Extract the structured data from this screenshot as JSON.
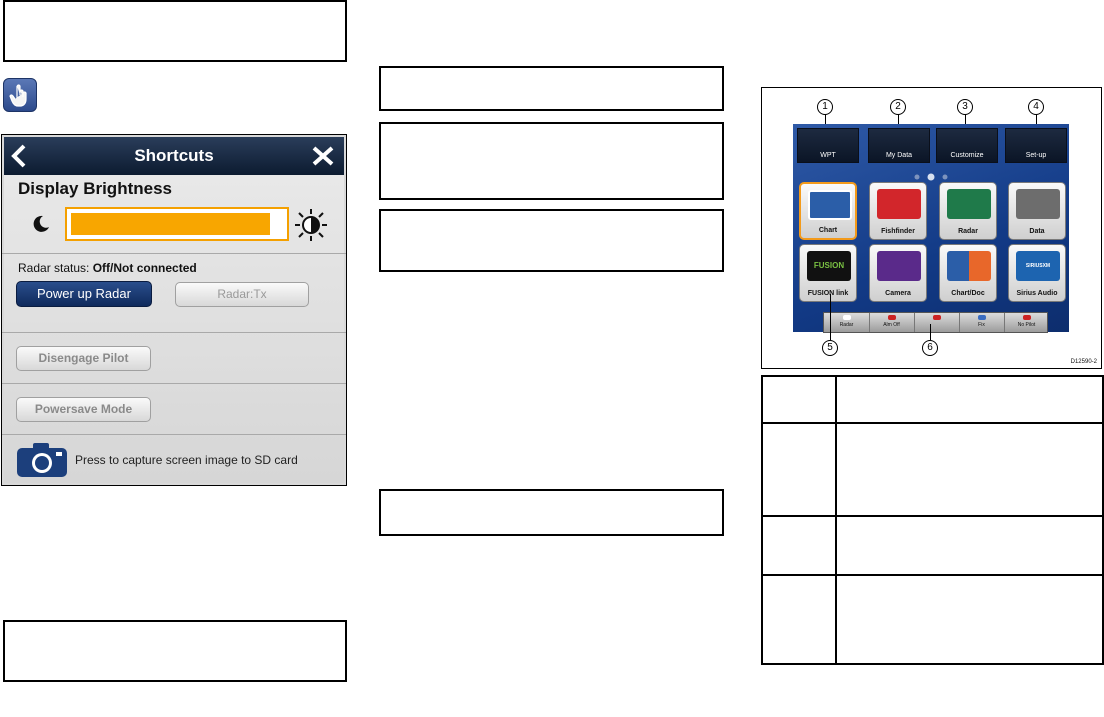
{
  "shortcuts": {
    "title": "Shortcuts",
    "brightness_label": "Display Brightness",
    "brightness_level": 0.94,
    "radar_status_label": "Radar status:",
    "radar_status_value": "Off/Not connected",
    "power_up_label": "Power up Radar",
    "radar_tx_label": "Radar:Tx",
    "disengage_label": "Disengage Pilot",
    "powersave_label": "Powersave Mode",
    "capture_label": "Press to capture screen image to SD card"
  },
  "figure": {
    "callouts": [
      "1",
      "2",
      "3",
      "4",
      "5",
      "6"
    ],
    "top_buttons": [
      "WPT",
      "My Data",
      "Customize",
      "Set-up"
    ],
    "apps": [
      "Chart",
      "Fishfinder",
      "Radar",
      "Data",
      "FUSION link",
      "Camera",
      "Chart/Doc",
      "Sirius Audio"
    ],
    "fusion_logo": "FUSION",
    "sirius_logo": "SIRIUSXM",
    "bottom_bar": [
      "Radar",
      "Alm Off",
      "",
      "Fix",
      "No Pilot"
    ],
    "figure_id": "D12590-2"
  },
  "colors": {
    "accent_orange": "#f8a600",
    "header_navy": "#0c1b30",
    "primary_button": "#1a3a72"
  }
}
